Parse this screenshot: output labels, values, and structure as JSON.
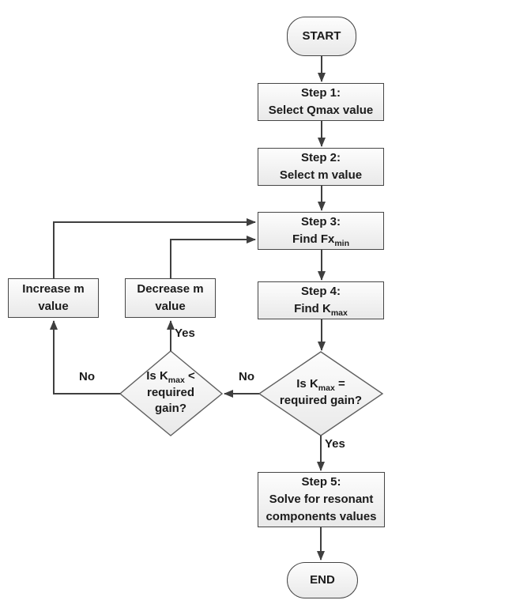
{
  "nodes": {
    "start": {
      "label": "START"
    },
    "step1": {
      "line1": "Step 1:",
      "line2": "Select Qmax value"
    },
    "step2": {
      "line1": "Step 2:",
      "line2": "Select m value"
    },
    "step3": {
      "line1": "Step 3:",
      "line2_main": "Find Fx",
      "line2_sub": "min"
    },
    "step4": {
      "line1": "Step 4:",
      "line2_main": "Find K",
      "line2_sub": "max"
    },
    "decision_equal": {
      "line1_pre": "Is K",
      "line1_sub": "max",
      "line1_post": " =",
      "line2": "required gain?"
    },
    "decision_less": {
      "line1_pre": "Is K",
      "line1_sub": "max",
      "line1_post": " <",
      "line2": "required",
      "line3": "gain?"
    },
    "increase_m": {
      "line1": "Increase m",
      "line2": "value"
    },
    "decrease_m": {
      "line1": "Decrease m",
      "line2": "value"
    },
    "step5": {
      "line1": "Step 5:",
      "line2": "Solve for resonant",
      "line3": "components values"
    },
    "end": {
      "label": "END"
    }
  },
  "edge_labels": {
    "equal_yes": "Yes",
    "equal_no": "No",
    "less_yes": "Yes",
    "less_no": "No"
  },
  "colors": {
    "background": "#ffffff",
    "node_fill_top": "#fdfdfd",
    "node_fill_bottom": "#e9e9e9",
    "node_border": "#464646",
    "diamond_border": "#5f5f5f",
    "connector": "#3f3f3f",
    "text": "#1b1b1b"
  }
}
